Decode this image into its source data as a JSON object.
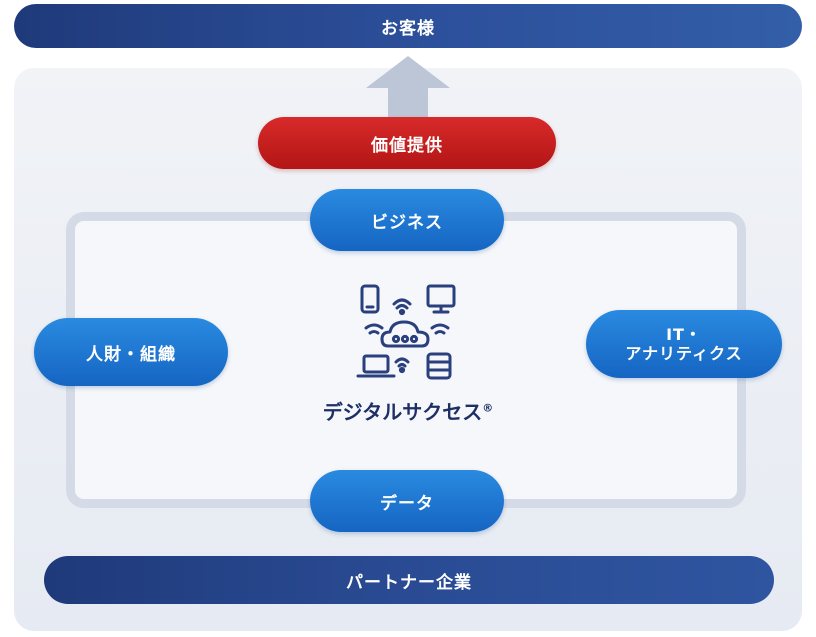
{
  "top_bar": {
    "label": "お客様"
  },
  "value_pill": {
    "label": "価値提供"
  },
  "pills": {
    "business": "ビジネス",
    "hr": "人財・組織",
    "it_line1": "IT・",
    "it_line2": "アナリティクス",
    "data": "データ"
  },
  "center": {
    "label": "デジタルサクセス",
    "registered_mark": "®",
    "icon": "digital-devices-cloud-icon"
  },
  "bottom_bar": {
    "label": "パートナー企業"
  },
  "colors": {
    "navy": "#1f3a7a",
    "red": "#c41e1e",
    "blue": "#1c74d2",
    "icon_stroke": "#2a3f7e",
    "arrow": "#bcc6d6"
  }
}
